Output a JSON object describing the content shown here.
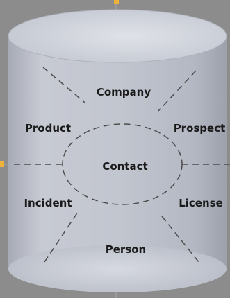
{
  "diagram": {
    "center_label": "Contact",
    "entities": {
      "company": "Company",
      "product": "Product",
      "prospect": "Prospect",
      "incident": "Incident",
      "license": "License",
      "person": "Person"
    },
    "colors": {
      "background": "#8c8c8c",
      "cylinder_body": "#bcc0cb",
      "cylinder_top": "#d6d9e0",
      "accent_marker": "#f0b23a",
      "dash_line": "#4d4d4d",
      "text": "#1a1a1a"
    }
  }
}
